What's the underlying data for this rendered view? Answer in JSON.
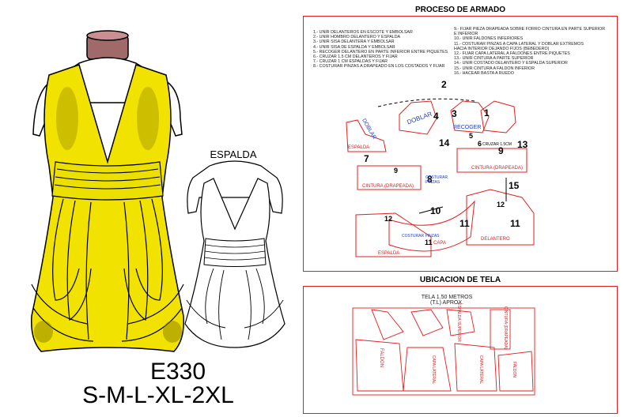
{
  "front": {
    "model_code": "E330",
    "sizes": "S-M-L-XL-2XL",
    "colors": {
      "fabric": "#f2e200",
      "shadow": "#8a7d00",
      "mannequin": "#ffffff",
      "stand": "#a06a6a"
    }
  },
  "back": {
    "title": "ESPALDA"
  },
  "assembly": {
    "title": "PROCESO DE ARMADO",
    "steps_left": [
      "1.-   UNIR DELANTEROS EN ESCOTE Y EMBOLSAR",
      "2.-   UNIR HOMBRO DELANTERO Y ESPALDA",
      "3.-   UNIR SISA DELANTERA Y EMBOLSAR",
      "4.-   UNIR SISA DE ESPALDA Y EMBOLSAR",
      "5.-   RECOGER DELANTERO EN PARTE INFERIOR ENTRE PIQUETES",
      "6.-   CRUZAR 1.5 CM DELANTEROS Y FIJAR",
      "7.-   CRUZAR 1 CM ESPALDAS Y FIJAR",
      "8.-   COSTURAR PINZAS A DRAPEADO EN LOS COSTADOS Y FIJAR"
    ],
    "steps_right": [
      "9.-   FIJAR PIEZA DRAPEADA SOBRE FORRO CINTURA EN PARTE SUPERIOR",
      "        E INFERIOR",
      "10.-  UNIR FALDONES INFERIORES",
      "11.-  COSTURAR PINZAS A CAPA LATERAL Y DOBLAR EXTREMOS",
      "        HACIA INTERIOR DEJANDO FIJOS (BEBEDERO)",
      "12.-  FIJAR CAPA LATERAL A FALDONES ENTRE PIQUETES",
      "13.-  UNIR CINTURA  A PARTE SUPERIOR",
      "14.-  UNIR COSTADO DELANTERO Y ESPALDA SUPERIOR",
      "15.-  UNIR CINTURA A FALDON INFERIOR",
      "16.-  HACEAR BASTA A RUEDO"
    ],
    "diagram_numbers": [
      "1",
      "2",
      "3",
      "4",
      "5",
      "6",
      "7",
      "8",
      "9",
      "9",
      "10",
      "11",
      "11",
      "11",
      "12",
      "12",
      "13",
      "14",
      "15"
    ],
    "piece_labels": {
      "espalda_top": "ESPALDA",
      "doblar_left": "DOBLAR",
      "doblar_mid": "DOBLAR",
      "recoger": "RECOGER",
      "cruzar": "CRUZAR 1.5CM",
      "cintura_left": "CINTURA (DRAPEADA)",
      "cintura_right": "CINTURA (DRAPEADA)",
      "costurar_pinzas": "COSTURAR PINZAS",
      "costurar_pinzas_bottom": "COSTURAR PINZAS",
      "espalda_bottom": "ESPALDA",
      "capa": "CAPA",
      "delantero": "DELANTERO"
    }
  },
  "layout": {
    "title": "UBICACION DE TELA",
    "tela_line1": "TELA 1.50 METROS",
    "tela_line2": "(T.L) APROX.",
    "piece_labels": [
      "FALDON",
      "ESPALDA SUPERIOR",
      "CINTURA (DRAPEADA)",
      "CAPA LATERAL",
      "CAPA LATERAL",
      "FALDON"
    ]
  }
}
